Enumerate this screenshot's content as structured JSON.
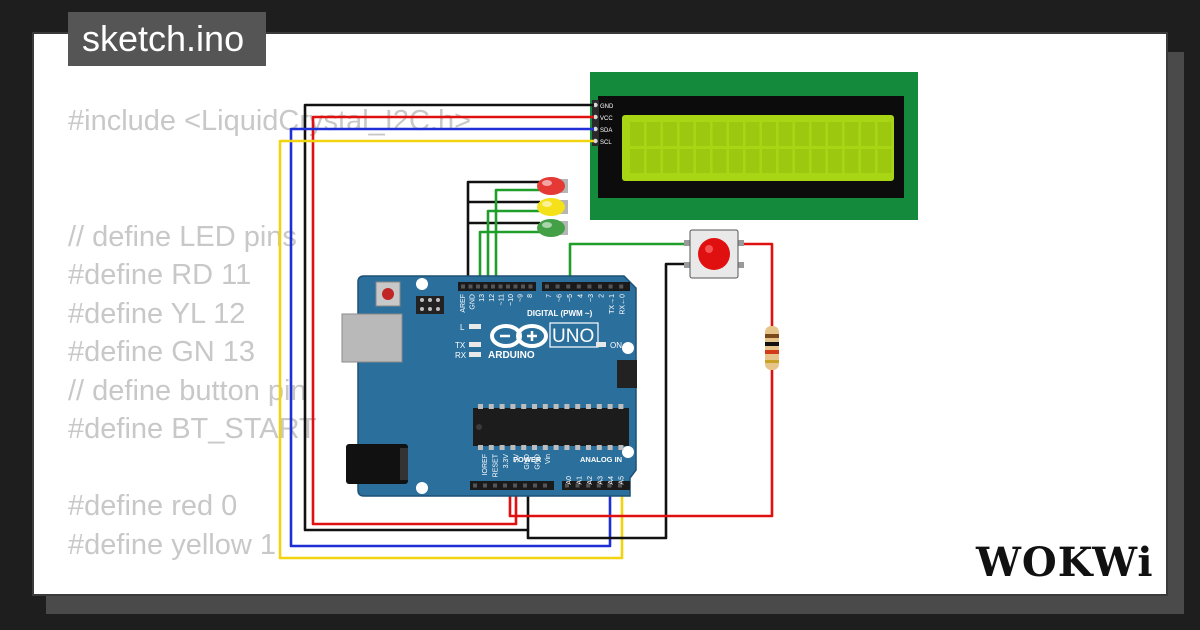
{
  "editor": {
    "tab_title": "sketch.ino",
    "code_lines": [
      "#include <LiquidCrystal_I2C.h>",
      "",
      "",
      "// define LED pins",
      "#define RD 11",
      "#define YL 12",
      "#define GN 13",
      "// define button pin",
      "#define BT_START",
      "",
      "#define red 0",
      "#define yellow 1"
    ]
  },
  "board": {
    "name": "UNO",
    "brand": "ARDUINO",
    "digital_label": "DIGITAL (PWM ~)",
    "power_label": "POWER",
    "analog_label": "ANALOG IN",
    "on_label": "ON",
    "l_label": "L",
    "tx_label": "TX",
    "rx_label": "RX",
    "digital_pins": [
      "AREF",
      "GND",
      "13",
      "12",
      "~11",
      "~10",
      "~9",
      "8",
      "7",
      "~6",
      "~5",
      "4",
      "~3",
      "2",
      "TX→1",
      "RX←0"
    ],
    "power_pins": [
      "IOREF",
      "RESET",
      "3.3V",
      "5V",
      "GND",
      "GND",
      "Vin"
    ],
    "analog_pins": [
      "A0",
      "A1",
      "A2",
      "A3",
      "A4",
      "A5"
    ]
  },
  "lcd": {
    "pins": [
      "GND",
      "VCC",
      "SDA",
      "SCL"
    ]
  },
  "components": {
    "leds": [
      {
        "color": "red",
        "hex": "#e53935"
      },
      {
        "color": "yellow",
        "hex": "#f4e11a"
      },
      {
        "color": "green",
        "hex": "#43a047"
      }
    ],
    "button_color": "#e01010"
  },
  "wire_colors": {
    "black": "#111111",
    "red": "#e01010",
    "blue": "#1f2fd6",
    "yellow": "#f2d30f",
    "green": "#1f9e2a"
  },
  "brand": {
    "logo": "WOKWi"
  }
}
